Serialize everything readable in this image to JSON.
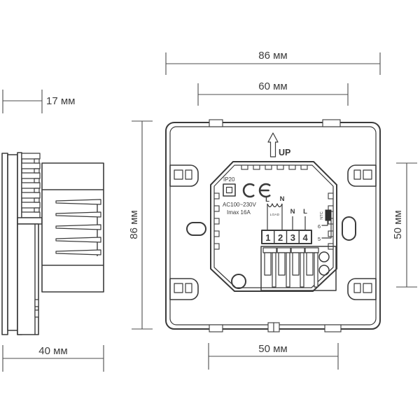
{
  "dimensions": {
    "depth_17": "17 мм",
    "depth_40": "40 мм",
    "width_86": "86 мм",
    "width_60": "60 мм",
    "height_86": "86 мм",
    "height_50": "50 мм",
    "width_50": "50 мм"
  },
  "rear_panel": {
    "up_label": "UP",
    "ip_rating": "IP20",
    "voltage": "AC100~230V",
    "max_current": "Imax 16A",
    "load_terminal_l": "L",
    "load_terminal_n": "N",
    "load_label": "LOAD",
    "supply_n": "N",
    "supply_l": "L",
    "sensor_label": "NTC",
    "sensor_pin_6": "6",
    "sensor_pin_5": "5",
    "terminal_numbers": [
      "1",
      "2",
      "3",
      "4"
    ]
  },
  "colors": {
    "line": "#3b3b3b",
    "dimension_line": "#4d4d4d",
    "text": "#3a3a3a",
    "background": "#ffffff",
    "ntc_fill": "#2f2f2f"
  }
}
